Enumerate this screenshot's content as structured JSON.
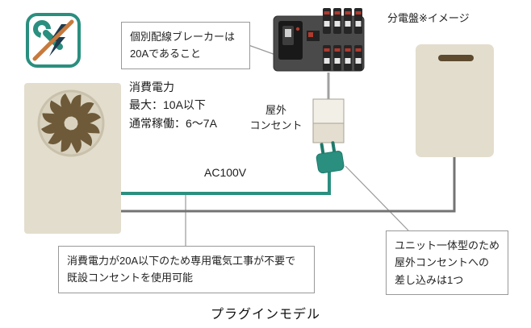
{
  "diagram": {
    "title": "プラグインモデル",
    "board_label": "分電盤※イメージ",
    "outlet_label_line1": "屋外",
    "outlet_label_line2": "コンセント",
    "voltage_label": "AC100V",
    "power_text": {
      "line1": "消費電力",
      "line2": "最大：10A以下",
      "line3": "通常稼働：6〜7A"
    },
    "callout_breaker": {
      "line1": "個別配線ブレーカーは",
      "line2": "20Aであること"
    },
    "callout_no_work": {
      "line1": "消費電力が20A以下のため専用電気工事が不要で",
      "line2": "既設コンセントを使用可能"
    },
    "callout_unit": {
      "line1": "ユニット一体型のため",
      "line2": "屋外コンセントへの",
      "line3": "差し込みは1つ"
    }
  },
  "colors": {
    "teal": "#2a8f7f",
    "teal_dark": "#1e7a6b",
    "beige_unit": "#e3ddcd",
    "fan_blade_brown": "#6e5a39",
    "slot_brown": "#5d4a2f",
    "board_gray": "#4a4a4a",
    "wire_gray": "#737373",
    "pointer_gray": "#999999",
    "slash_orange": "#c87a3c",
    "bolt_navy": "#1d3a4f",
    "breaker_red": "#b03a2e"
  },
  "icons": {
    "no_electrical_work": "wrench-and-bolt-crossed"
  }
}
